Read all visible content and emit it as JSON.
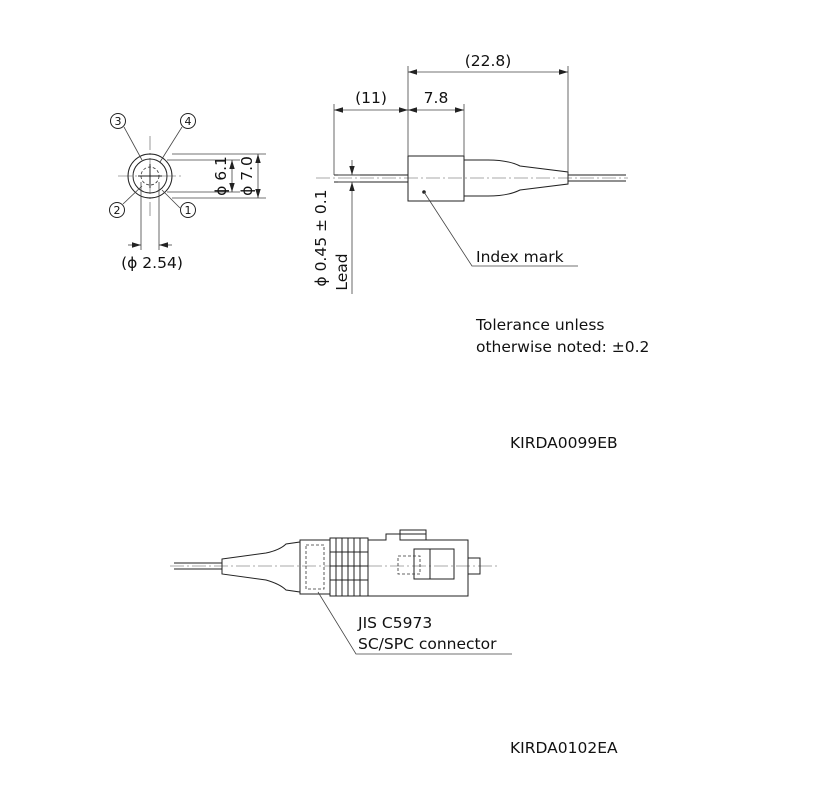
{
  "top_figure": {
    "dim_total": "(22.8)",
    "dim_lead": "(11)",
    "dim_body": "7.8",
    "dim_inner_diameter": "ϕ 6.1",
    "dim_outer_diameter": "ϕ 7.0",
    "dim_pin_circle": "(ϕ 2.54)",
    "dim_lead_diameter": "ϕ 0.45 ± 0.1",
    "lead_label": "Lead",
    "index_mark_label": "Index mark",
    "pins": [
      "1",
      "2",
      "3",
      "4"
    ],
    "tolerance_line1": "Tolerance unless",
    "tolerance_line2": "otherwise noted: ±0.2",
    "code": "KIRDA0099EB"
  },
  "bottom_figure": {
    "connector_line1": "JIS C5973",
    "connector_line2": "SC/SPC connector",
    "code": "KIRDA0102EA"
  }
}
